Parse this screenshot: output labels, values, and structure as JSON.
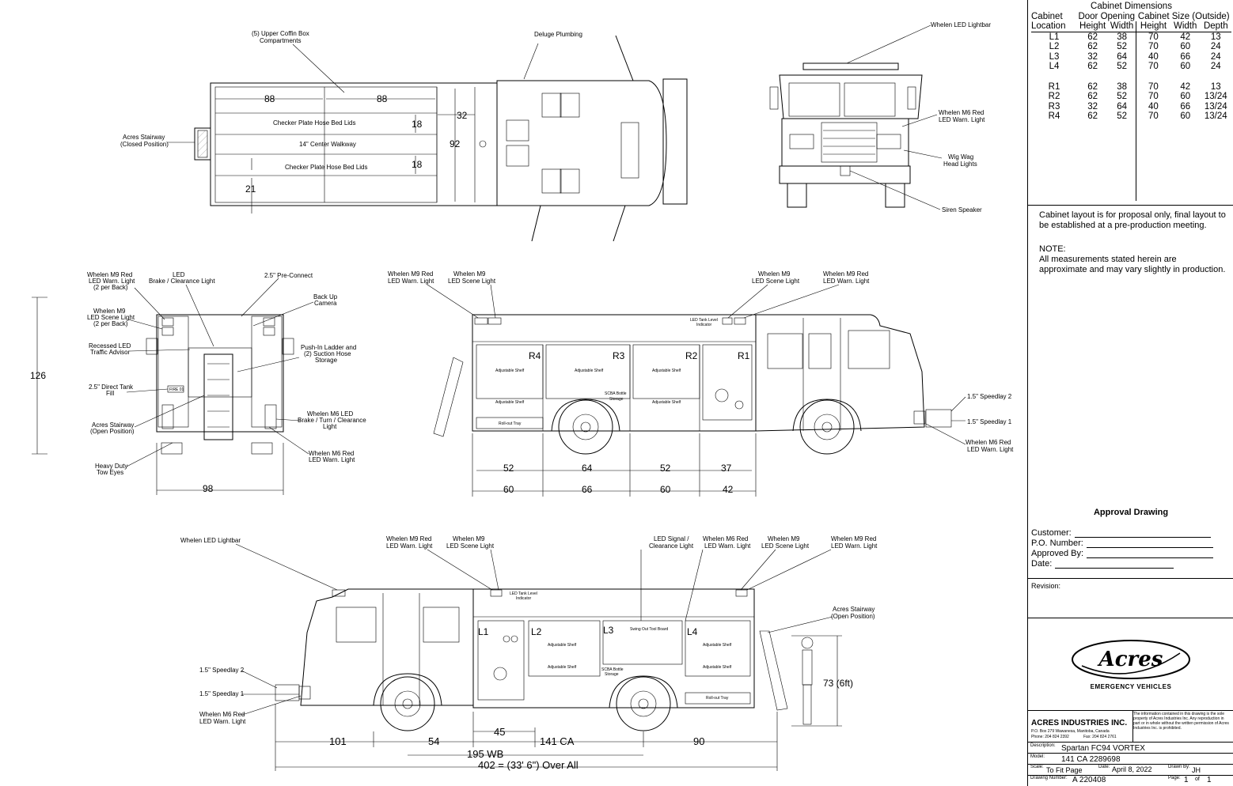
{
  "top_view": {
    "labels": {
      "coffin": "(5) Upper Coffin Box\nCompartments",
      "deluge": "Deluge Plumbing",
      "stairway_closed": "Acres Stairway\n(Closed Position)",
      "hose_bed_1": "Checker Plate Hose Bed Lids",
      "walkway": "14\" Center Walkway",
      "hose_bed_2": "Checker Plate Hose Bed Lids"
    },
    "dims": {
      "d88a": "88",
      "d88b": "88",
      "d18a": "18",
      "d18b": "18",
      "d21": "21",
      "d32": "32",
      "d92": "92"
    }
  },
  "front_view": {
    "labels": {
      "lightbar": "Whelen LED Lightbar",
      "m6": "Whelen M6 Red\nLED Warn. Light",
      "wigwag": "Wig Wag\nHead Lights",
      "siren": "Siren Speaker"
    }
  },
  "rear_view": {
    "labels": {
      "m9red": "Whelen M9 Red\nLED Warn. Light\n(2 per Back)",
      "m9scene": "Whelen M9\nLED Scene Light\n(2 per Back)",
      "led_brake": "LED\nBrake / Clearance Light",
      "preconnect": "2.5\" Pre-Connect",
      "backup": "Back Up\nCamera",
      "traffic": "Recessed LED\nTraffic Advisor",
      "ladder": "Push-In Ladder and\n(2) Suction Hose\nStorage",
      "tankfill": "2.5\" Direct Tank\nFill",
      "stairway_open": "Acres Stairway\n(Open Position)",
      "m6led": "Whelen M6 LED\nBrake / Turn / Clearance\nLight",
      "m6red": "Whelen M6 Red\nLED Warn. Light",
      "tow": "Heavy Duty\nTow Eyes",
      "fire": "FIRE 01"
    },
    "dims": {
      "h126": "126",
      "w98": "98"
    }
  },
  "right_view": {
    "labels": {
      "m9red": "Whelen M9 Red\nLED Warn. Light",
      "m9scene": "Whelen M9\nLED Scene Light",
      "m9scene2": "Whelen M9\nLED Scene Light",
      "m9red2": "Whelen M9 Red\nLED Warn. Light",
      "tank": "LED Tank Level\nIndicator",
      "speedlay2": "1.5\" Speedlay 2",
      "speedlay1": "1.5\" Speedlay 1",
      "m6red": "Whelen M6 Red\nLED Warn. Light",
      "scba": "SCBA Bottle\nStorage",
      "shelf": "Adjustable Shelf",
      "rollout": "Roll-out Tray"
    },
    "compartments": [
      "R4",
      "R3",
      "R2",
      "R1"
    ],
    "dims_top": [
      "52",
      "64",
      "52",
      "37"
    ],
    "dims_bottom": [
      "60",
      "66",
      "60",
      "42"
    ]
  },
  "left_view": {
    "labels": {
      "lightbar": "Whelen LED Lightbar",
      "m9red": "Whelen M9 Red\nLED Warn. Light",
      "m9scene": "Whelen M9\nLED Scene Light",
      "signal": "LED Signal /\nClearance Light",
      "m6red": "Whelen M6 Red\nLED Warn. Light",
      "m9scene2": "Whelen M9\nLED Scene Light",
      "m9red2": "Whelen M9 Red\nLED Warn. Light",
      "stairway": "Acres Stairway\n(Open Position)",
      "tank": "LED Tank Level\nIndicator",
      "speedlay2": "1.5\" Speedlay 2",
      "speedlay1": "1.5\" Speedlay 1",
      "m6red_front": "Whelen M6 Red\nLED Warn. Light",
      "toolboard": "Swing Out Tool Board",
      "scba": "SCBA Bottle\nStorage",
      "shelf": "Adjustable Shelf",
      "rollout": "Roll-out Tray"
    },
    "compartments": [
      "L1",
      "L2",
      "L3",
      "L4"
    ],
    "dims": {
      "d101": "101",
      "d54": "54",
      "d45": "45",
      "wb": "195 WB",
      "ca": "141 CA",
      "d90": "90",
      "oal": "402 = (33' 6\") Over All",
      "ht": "73  (6ft)"
    }
  },
  "cabinet_table": {
    "title": "Cabinet Dimensions",
    "header1": [
      "Cabinet",
      "Door Opening",
      "Cabinet Size (Outside)"
    ],
    "header2": [
      "Location",
      "Height",
      "Width",
      "Height",
      "Width",
      "Depth"
    ],
    "rows": [
      [
        "L1",
        "62",
        "38",
        "70",
        "42",
        "13"
      ],
      [
        "L2",
        "62",
        "52",
        "70",
        "60",
        "24"
      ],
      [
        "L3",
        "32",
        "64",
        "40",
        "66",
        "24"
      ],
      [
        "L4",
        "62",
        "52",
        "70",
        "60",
        "24"
      ],
      [
        "",
        "",
        "",
        "",
        "",
        ""
      ],
      [
        "R1",
        "62",
        "38",
        "70",
        "42",
        "13"
      ],
      [
        "R2",
        "62",
        "52",
        "70",
        "60",
        "13/24"
      ],
      [
        "R3",
        "32",
        "64",
        "40",
        "66",
        "13/24"
      ],
      [
        "R4",
        "62",
        "52",
        "70",
        "60",
        "13/24"
      ]
    ]
  },
  "notes": {
    "layout": "Cabinet layout is for proposal only, final layout to be established at a pre-production meeting.",
    "note_title": "NOTE:",
    "note_body": "All measurements stated herein are approximate and may vary slightly in production."
  },
  "approval": {
    "title": "Approval Drawing",
    "customer": "Customer:",
    "po": "P.O. Number:",
    "approved": "Approved By:",
    "date": "Date:",
    "revision": "Revision:"
  },
  "logo": {
    "name": "Acres",
    "tag": "EMERGENCY VEHICLES"
  },
  "title_block": {
    "company": "ACRES INDUSTRIES INC.",
    "address": "P.O. Box 279 Wawanesa, Manitoba, Canada",
    "phone": "Phone: 204 824 2392",
    "fax": "Fax: 204 824 2761",
    "disclaimer": "The information contained in this drawing is the sole property of Acres Industries Inc. Any reproduction in part or in whole without the written permission of Acres Industries Inc. is prohibited.",
    "desc_label": "Description:",
    "desc": "Spartan FC94 VORTEX",
    "model_label": "Model:",
    "model": "141 CA 2289698",
    "scale_label": "Scale:",
    "scale": "To Fit Page",
    "date_label": "Date:",
    "date": "April 8, 2022",
    "drawn_label": "Drawn By:",
    "drawn": "JH",
    "dwg_label": "Drawing Number:",
    "dwg": "A 220408",
    "page_label": "Page:",
    "page": "1",
    "of": "of",
    "pages": "1"
  }
}
